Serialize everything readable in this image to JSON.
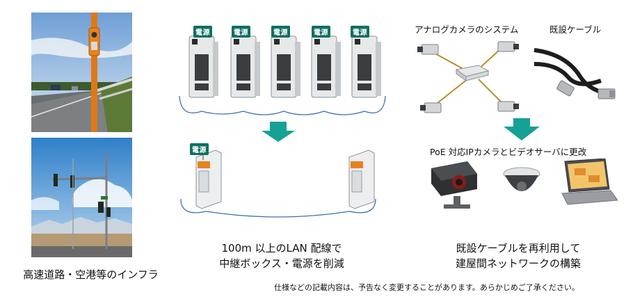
{
  "left_caption": "高速道路・空港等のインフラ",
  "middle": {
    "power_label": "電源",
    "caption_lines": [
      "100m 以上のLAN 配線で",
      "中継ボックス・電源を削減"
    ]
  },
  "right": {
    "analog_title": "アナログカメラのシステム",
    "cable_title": "既設ケーブル",
    "poe_title": "PoE 対応IPカメラとビデオサーバに更改",
    "caption_lines": [
      "既設ケーブルを再利用して",
      "建屋間ネットワークの構築"
    ]
  },
  "footnote": "仕様などの記載内容は、予告なく変更することがあります。あらかじめご了承ください。",
  "colors": {
    "arrow": "#16a195",
    "power_tag": "#0e6f61",
    "cable_blue": "#3f6fb5",
    "analog_wire": "#b8902a"
  }
}
